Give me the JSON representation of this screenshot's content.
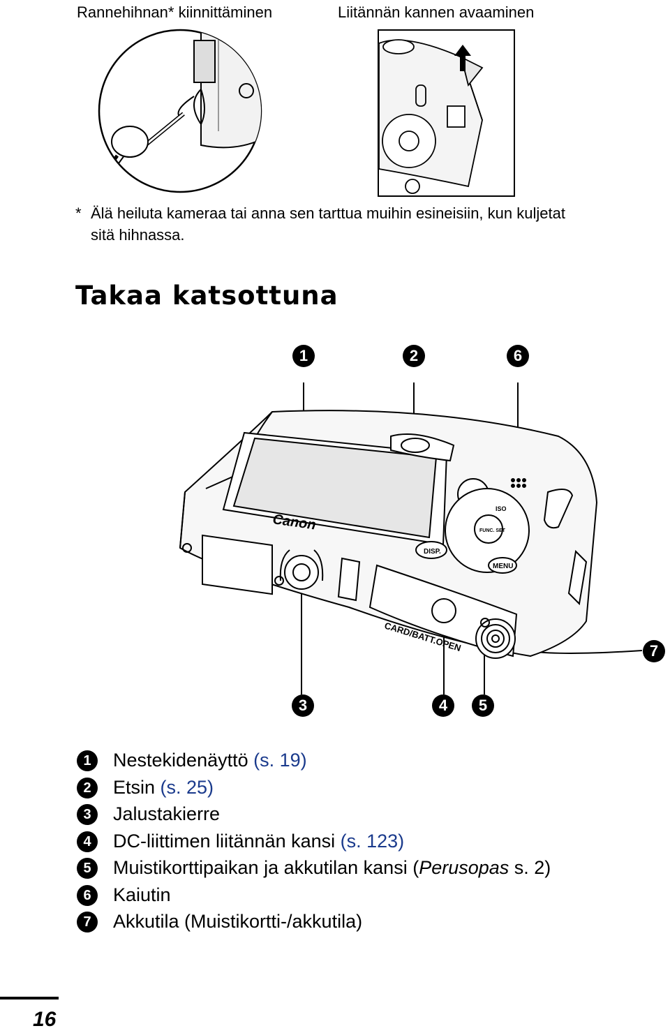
{
  "captions": {
    "strap": "Rannehihnan* kiinnittäminen",
    "cover": "Liitännän kannen avaaminen"
  },
  "note": {
    "marker": "*",
    "line1": "Älä heiluta kameraa tai anna sen tarttua muihin esineisiin, kun kuljetat",
    "line2": "sitä hihnassa."
  },
  "section_title": "Takaa katsottuna",
  "camera_labels": {
    "brand": "Canon",
    "card_door": "CARD/BATT.OPEN",
    "disp": "DISP.",
    "menu": "MENU",
    "func": "FUNC. SET",
    "iso": "ISO"
  },
  "callouts": [
    "1",
    "2",
    "6",
    "7",
    "3",
    "4",
    "5"
  ],
  "legend": [
    {
      "num": "1",
      "text": "Nestekidenäyttö ",
      "ref": "(s. 19)"
    },
    {
      "num": "2",
      "text": "Etsin ",
      "ref": "(s. 25)"
    },
    {
      "num": "3",
      "text": "Jalustakierre",
      "ref": ""
    },
    {
      "num": "4",
      "text": "DC-liittimen liitännän kansi ",
      "ref": "(s. 123)"
    },
    {
      "num": "5",
      "text": "Muistikorttipaikan ja akkutilan kansi (",
      "italic": "Perusopas",
      "tail": " s. 2)"
    },
    {
      "num": "6",
      "text": "Kaiutin",
      "ref": ""
    },
    {
      "num": "7",
      "text": "Akkutila (Muistikortti-/akkutila)",
      "ref": ""
    }
  ],
  "page_number": "16"
}
